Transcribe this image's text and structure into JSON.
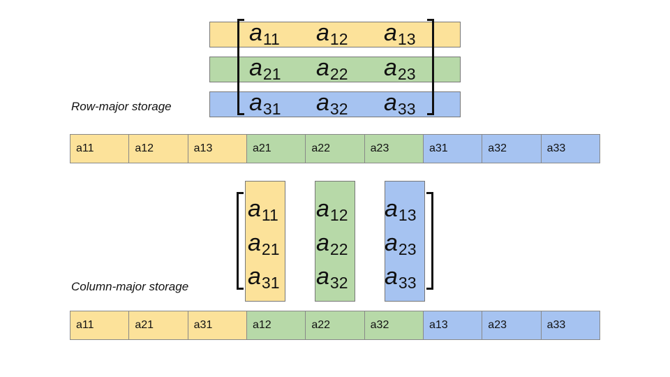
{
  "row_major": {
    "label": "Row-major storage",
    "matrix_rows": [
      [
        {
          "base": "a",
          "sub": "11"
        },
        {
          "base": "a",
          "sub": "12"
        },
        {
          "base": "a",
          "sub": "13"
        }
      ],
      [
        {
          "base": "a",
          "sub": "21"
        },
        {
          "base": "a",
          "sub": "22"
        },
        {
          "base": "a",
          "sub": "23"
        }
      ],
      [
        {
          "base": "a",
          "sub": "31"
        },
        {
          "base": "a",
          "sub": "32"
        },
        {
          "base": "a",
          "sub": "33"
        }
      ]
    ],
    "storage": [
      "a11",
      "a12",
      "a13",
      "a21",
      "a22",
      "a23",
      "a31",
      "a32",
      "a33"
    ]
  },
  "column_major": {
    "label": "Column-major storage",
    "matrix_rows": [
      [
        {
          "base": "a",
          "sub": "11"
        },
        {
          "base": "a",
          "sub": "12"
        },
        {
          "base": "a",
          "sub": "13"
        }
      ],
      [
        {
          "base": "a",
          "sub": "21"
        },
        {
          "base": "a",
          "sub": "22"
        },
        {
          "base": "a",
          "sub": "23"
        }
      ],
      [
        {
          "base": "a",
          "sub": "31"
        },
        {
          "base": "a",
          "sub": "32"
        },
        {
          "base": "a",
          "sub": "33"
        }
      ]
    ],
    "storage": [
      "a11",
      "a21",
      "a31",
      "a12",
      "a22",
      "a32",
      "a13",
      "a23",
      "a33"
    ]
  },
  "colors": {
    "group1": "#fce29a",
    "group2": "#b7d9a8",
    "group3": "#a6c3f1"
  }
}
